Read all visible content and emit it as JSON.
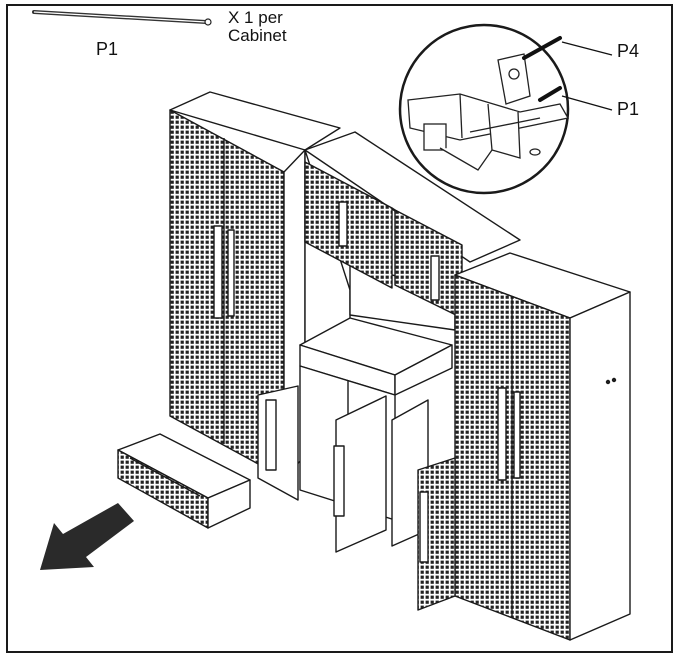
{
  "labels": {
    "qty_line1": "X 1 per",
    "qty_line2": "Cabinet",
    "part_top": "P1",
    "detail_p4": "P4",
    "detail_p1": "P1"
  },
  "colors": {
    "line": "#1a1a1a",
    "arrow": "#2a2a2a"
  },
  "icons": {
    "direction": "arrow-down-left-icon"
  }
}
